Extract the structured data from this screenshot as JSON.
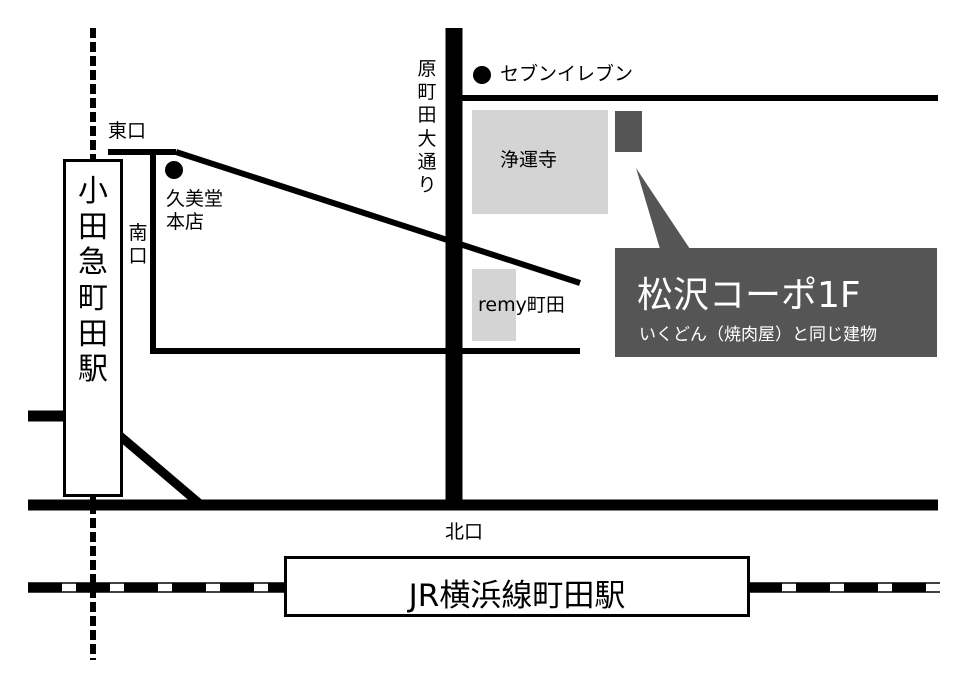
{
  "colors": {
    "road": "#000000",
    "building": "#d4d4d4",
    "callout_bg": "#555555",
    "target_building": "#555555",
    "background": "#ffffff"
  },
  "stations": {
    "odakyu": "小田急町田駅",
    "jr": "JR横浜線町田駅"
  },
  "exits": {
    "east": "東口",
    "south": "南口",
    "north": "北口"
  },
  "streets": {
    "haramachida": "原町田大通り"
  },
  "landmarks": {
    "kumido": "久美堂本店",
    "seven_eleven": "セブンイレブン",
    "jounji": "浄運寺",
    "remy": "remy町田"
  },
  "destination": {
    "name": "松沢コーポ1F",
    "note": "いくどん（焼肉屋）と同じ建物"
  }
}
